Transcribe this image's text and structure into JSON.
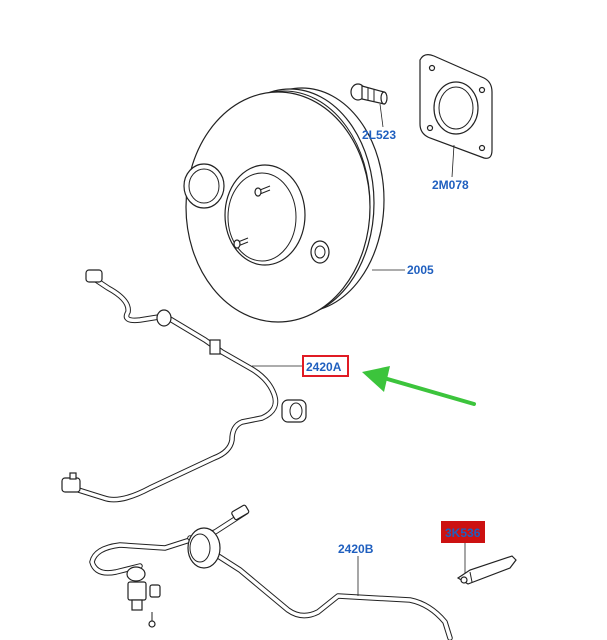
{
  "callouts": {
    "bolt": "2L523",
    "gasket": "2M078",
    "booster": "2005",
    "hose_a": "2420A",
    "hose_b": "2420B",
    "clip": "3K536"
  },
  "highlight_color": "#e01b24",
  "clip_fill_color": "#cc1111",
  "arrow_color": "#3cc43c",
  "label_color": "#1f5fbf"
}
